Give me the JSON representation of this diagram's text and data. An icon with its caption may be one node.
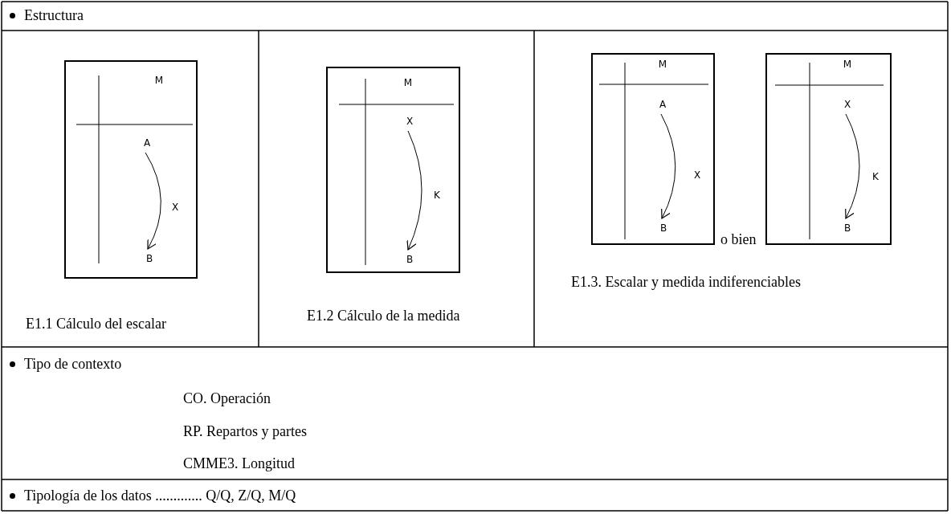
{
  "diagram": {
    "nodes": [
      {
        "text": [
          "M"
        ]
      },
      {
        "text": [
          "A"
        ],
        "in": 0
      },
      {
        "text": [
          "B"
        ],
        "in": 0
      },
      {
        "text": [
          "M"
        ]
      },
      {
        "text": [
          "X"
        ],
        "in": 3
      },
      {
        "text": [
          "B"
        ],
        "in": 3
      },
      {
        "text": [
          "M"
        ]
      },
      {
        "text": [
          "A"
        ],
        "in": 6
      },
      {
        "text": [
          "B"
        ],
        "in": 6
      },
      {
        "text": [
          "M"
        ]
      },
      {
        "text": [
          "X"
        ],
        "in": 9
      },
      {
        "text": [
          "B"
        ],
        "in": 9
      }
    ],
    "edges": [
      {
        "from": 1,
        "to": 2,
        "arrow": "to",
        "label": "X"
      },
      {
        "from": 4,
        "to": 5,
        "arrow": "to",
        "label": "K"
      },
      {
        "from": 7,
        "to": 8,
        "arrow": "to",
        "label": "X"
      },
      {
        "from": 10,
        "to": 11,
        "arrow": "to",
        "label": "K"
      }
    ],
    "labels": [
      "Estructura",
      "E1.1 Cálculo del escalar",
      "E1.2 Cálculo de la medida",
      "o bien",
      "E1.3. Escalar y medida indiferenciables",
      "Tipo de contexto",
      "CO. Operación",
      "RP. Repartos y partes",
      "CMME3. Longitud",
      "Tipología de los datos ............. Q/Q, Z/Q, M/Q"
    ]
  }
}
